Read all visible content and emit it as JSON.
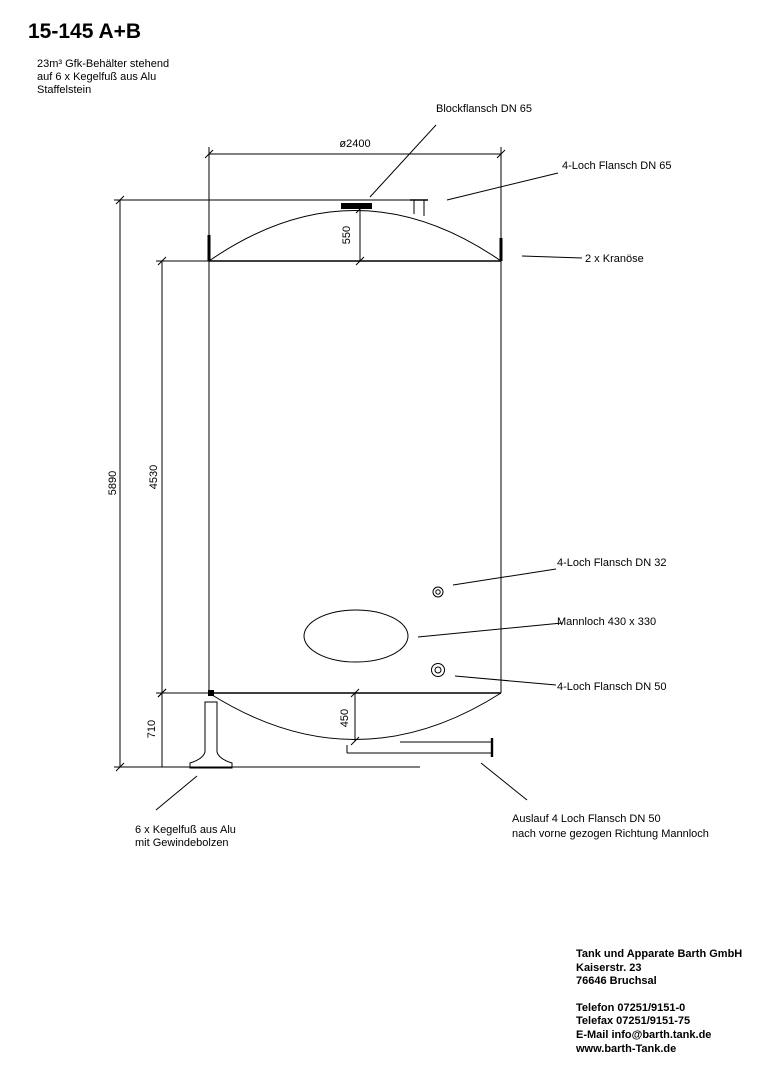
{
  "title": "15-145 A+B",
  "description": {
    "line1": "23m³ Gfk-Behälter stehend",
    "line2": "auf 6 x Kegelfuß aus Alu",
    "line3": "Staffelstein"
  },
  "dimensions": {
    "diameter": "ø2400",
    "total_height": "5890",
    "shell_height": "4530",
    "top_dome_height": "550",
    "bottom_dome_height": "450",
    "bottom_height": "710"
  },
  "labels": {
    "blockflansch": "Blockflansch DN 65",
    "flansch_dn65": "4-Loch Flansch DN 65",
    "kranoese": "2 x Kranöse",
    "flansch_dn32": "4-Loch Flansch DN 32",
    "mannloch": "Mannloch 430 x 330",
    "flansch_dn50": "4-Loch Flansch DN 50",
    "kegelfuss_line1": "6 x Kegelfuß aus Alu",
    "kegelfuss_line2": "mit Gewindebolzen",
    "auslauf_line1": "Auslauf 4 Loch Flansch DN 50",
    "auslauf_line2": "nach vorne gezogen Richtung Mannloch"
  },
  "company": {
    "name": "Tank und Apparate Barth GmbH",
    "street": "Kaiserstr. 23",
    "city": "76646 Bruchsal",
    "phone": "Telefon 07251/9151-0",
    "fax": "Telefax 07251/9151-75",
    "email": "E-Mail info@barth.tank.de",
    "web": "www.barth-Tank.de"
  }
}
